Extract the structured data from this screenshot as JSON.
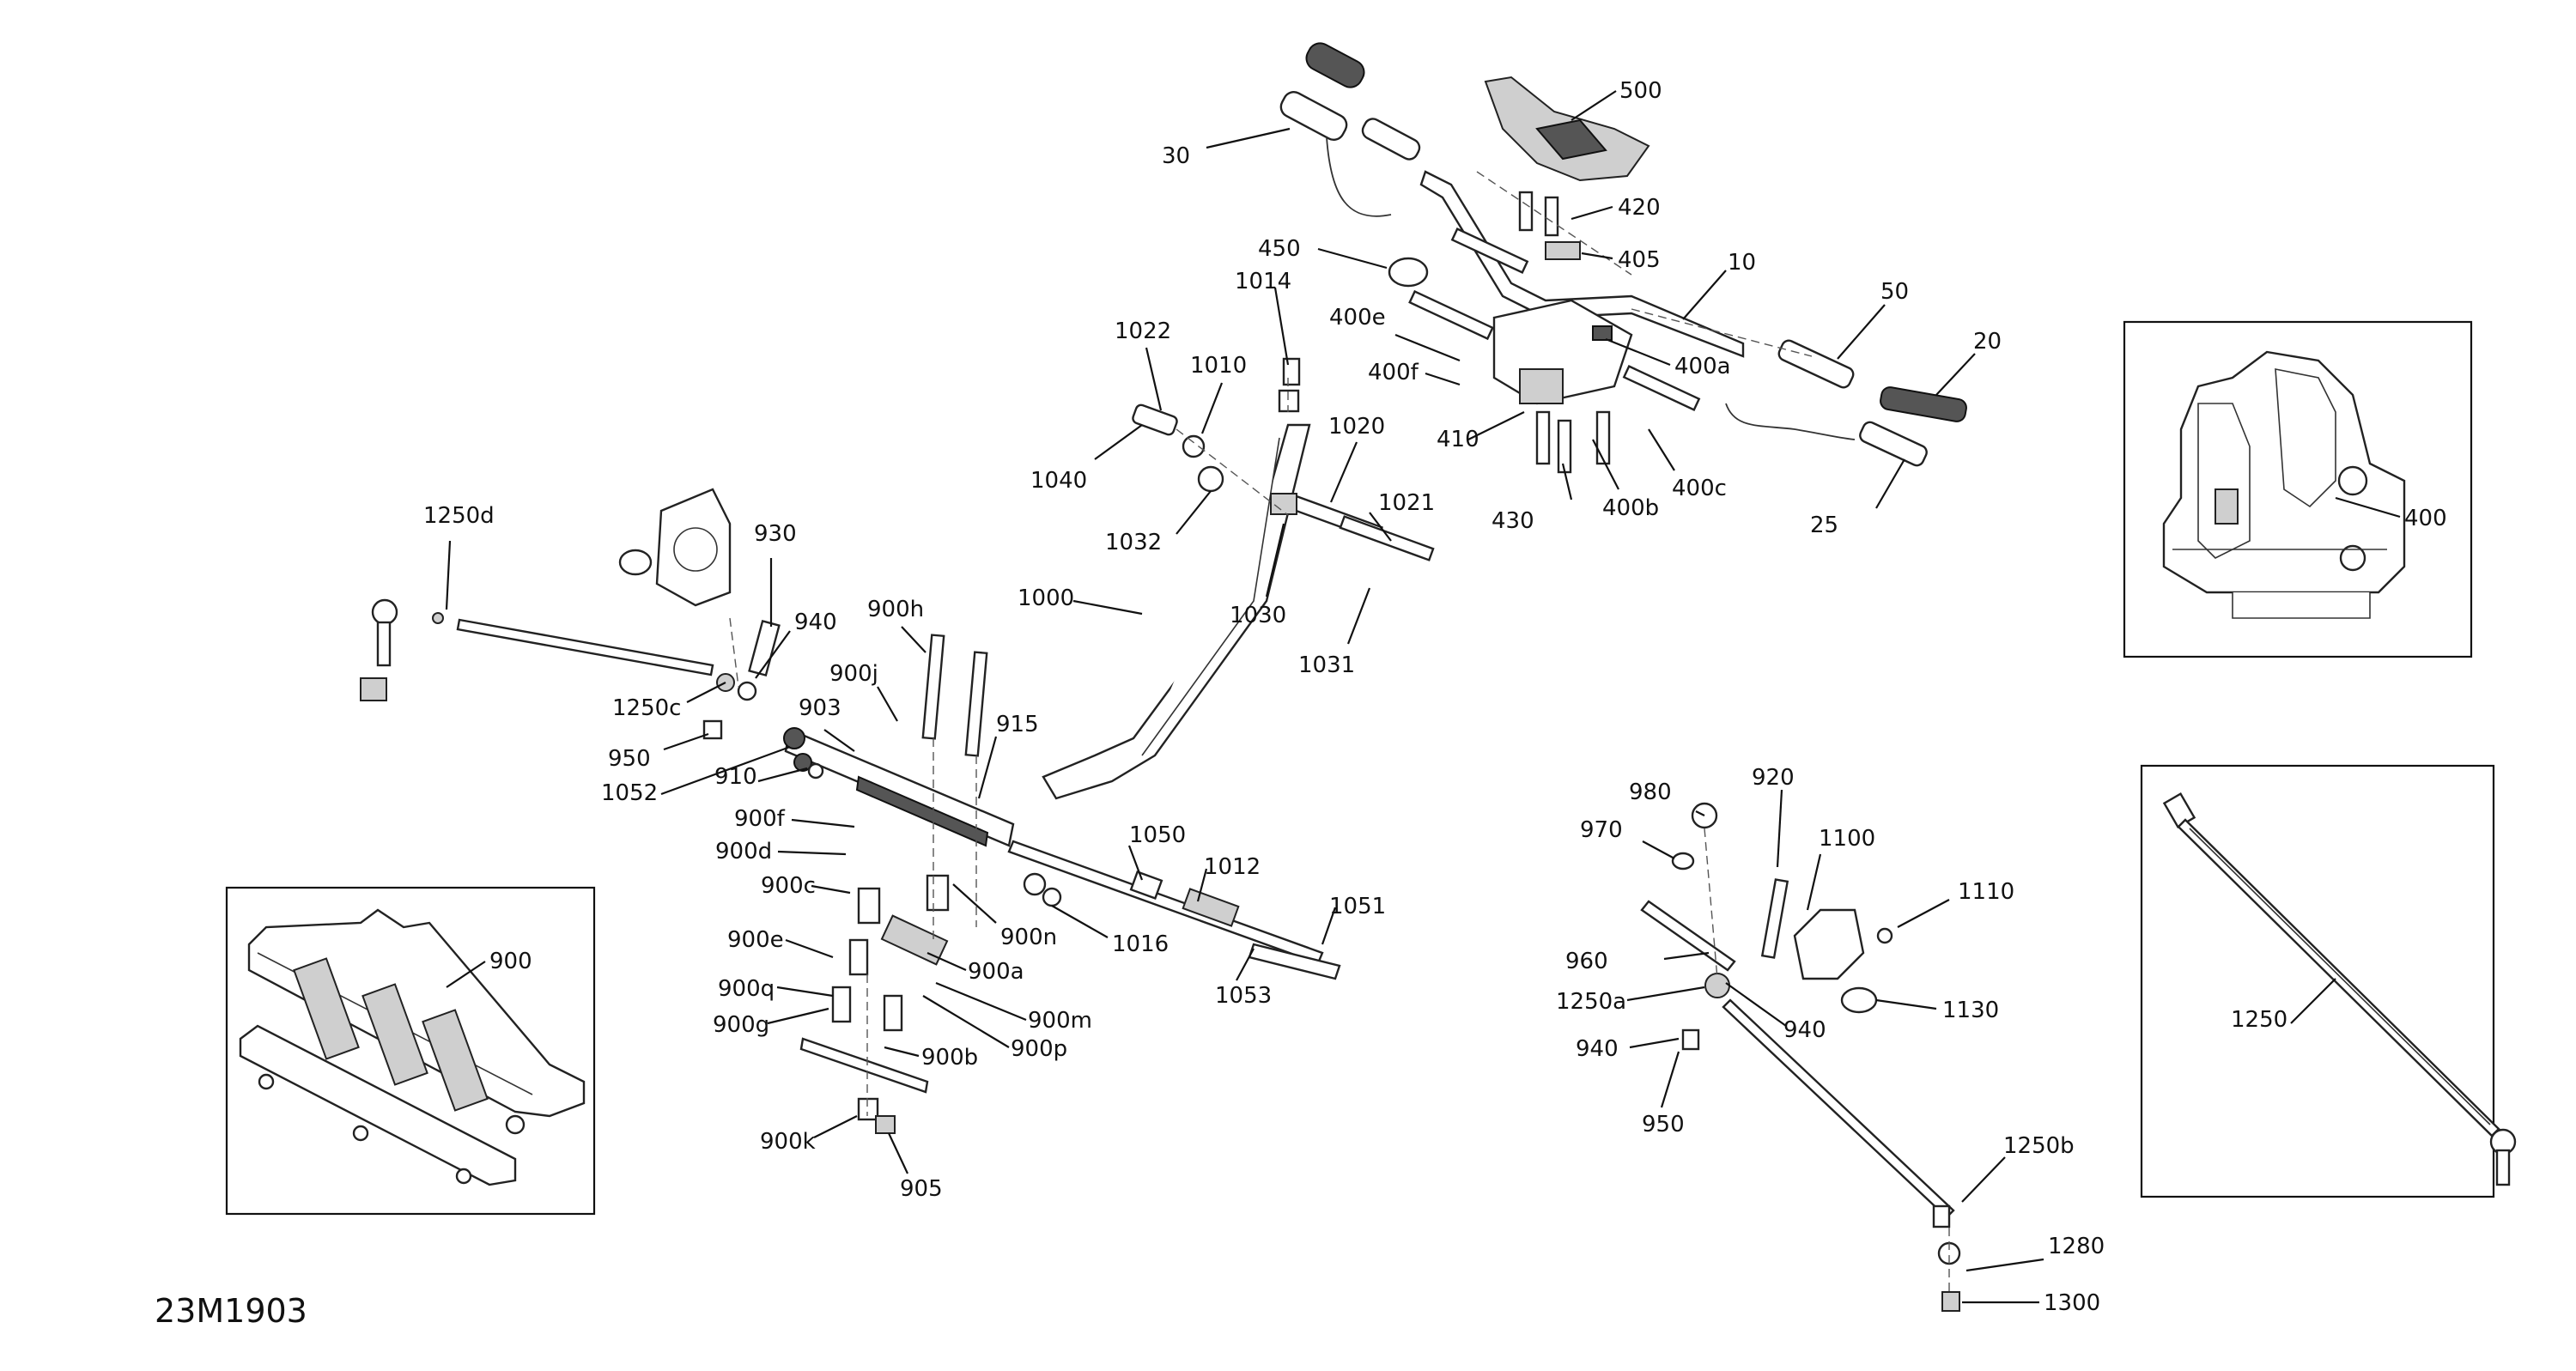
{
  "document": {
    "diagram_code": "23M1903"
  },
  "callouts": {
    "c30": "30",
    "c500": "500",
    "c420": "420",
    "c405": "405",
    "c450": "450",
    "c10": "10",
    "c1014": "1014",
    "c400e": "400e",
    "c400f": "400f",
    "c400a": "400a",
    "c50": "50",
    "c20": "20",
    "c1022": "1022",
    "c1010": "1010",
    "c1020": "1020",
    "c410": "410",
    "c400c": "400c",
    "c1040": "1040",
    "c430": "430",
    "c400b": "400b",
    "c25": "25",
    "c1021": "1021",
    "c1032": "1032",
    "c1030": "1030",
    "c1031": "1031",
    "c1000": "1000",
    "c1250d": "1250d",
    "c930": "930",
    "c940a": "940",
    "c900h": "900h",
    "c900j": "900j",
    "c1250c": "1250c",
    "c903": "903",
    "c915": "915",
    "c950a": "950",
    "c910": "910",
    "c1052": "1052",
    "c900f": "900f",
    "c900d": "900d",
    "c1050": "1050",
    "c900c": "900c",
    "c1012": "1012",
    "c900n": "900n",
    "c1016": "1016",
    "c1051": "1051",
    "c900e": "900e",
    "c900a": "900a",
    "c900q": "900q",
    "c1053": "1053",
    "c900m": "900m",
    "c900g": "900g",
    "c900p": "900p",
    "c900b": "900b",
    "c900k": "900k",
    "c905": "905",
    "c980": "980",
    "c920": "920",
    "c970": "970",
    "c1100": "1100",
    "c1110": "1110",
    "c960": "960",
    "c1250a": "1250a",
    "c940b": "940",
    "c1130": "1130",
    "c940c": "940",
    "c950b": "950",
    "c1250b": "1250b",
    "c1280": "1280",
    "c1300": "1300",
    "c400": "400",
    "c1250": "1250",
    "c900": "900"
  }
}
